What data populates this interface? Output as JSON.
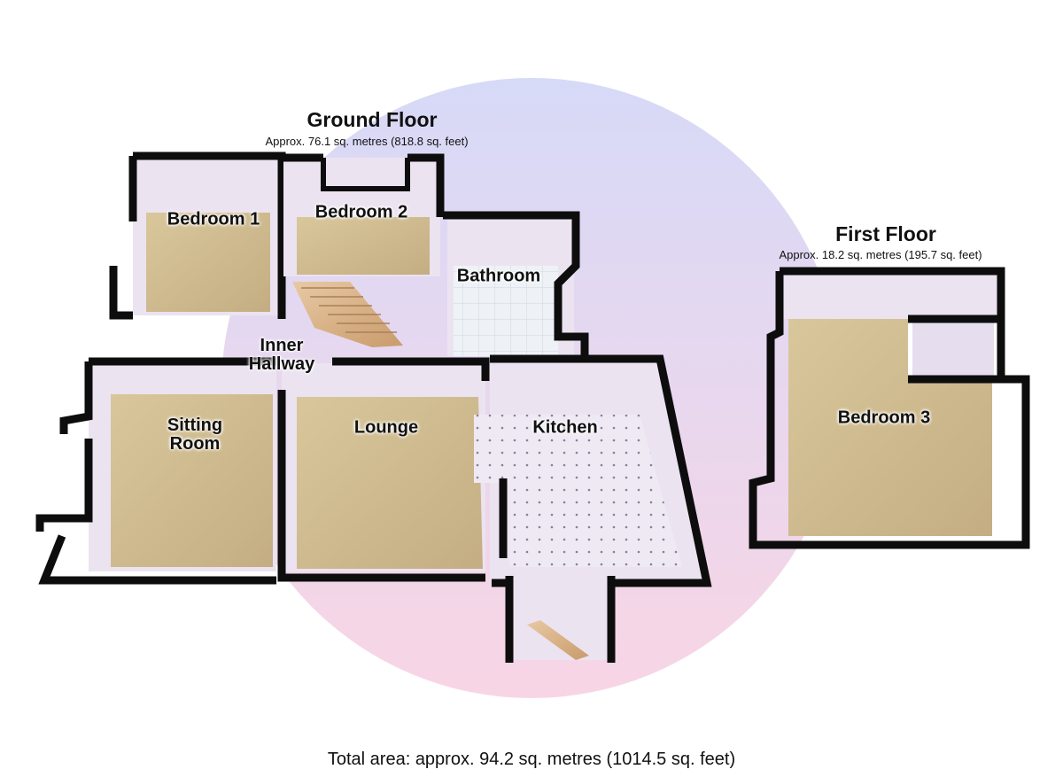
{
  "ground_floor": {
    "title": "Ground Floor",
    "area": "Approx. 76.1 sq. metres (818.8 sq. feet)",
    "rooms": {
      "bedroom1": "Bedroom 1",
      "bedroom2": "Bedroom 2",
      "bathroom": "Bathroom",
      "inner_hallway": "Inner\nHallway",
      "sitting_room": "Sitting\nRoom",
      "lounge": "Lounge",
      "kitchen": "Kitchen"
    }
  },
  "first_floor": {
    "title": "First Floor",
    "area": "Approx. 18.2 sq. metres (195.7 sq. feet)",
    "rooms": {
      "bedroom3": "Bedroom 3"
    }
  },
  "total_area": "Total area: approx. 94.2 sq. metres (1014.5 sq. feet)",
  "colors": {
    "wall": "#0d0d0d",
    "wall_inner": "#e8dcf0",
    "carpet": "#cdb88e",
    "tile": "#ece6f2",
    "watermark_top": "#c9cdf5",
    "watermark_bottom": "#f6c7dc"
  }
}
